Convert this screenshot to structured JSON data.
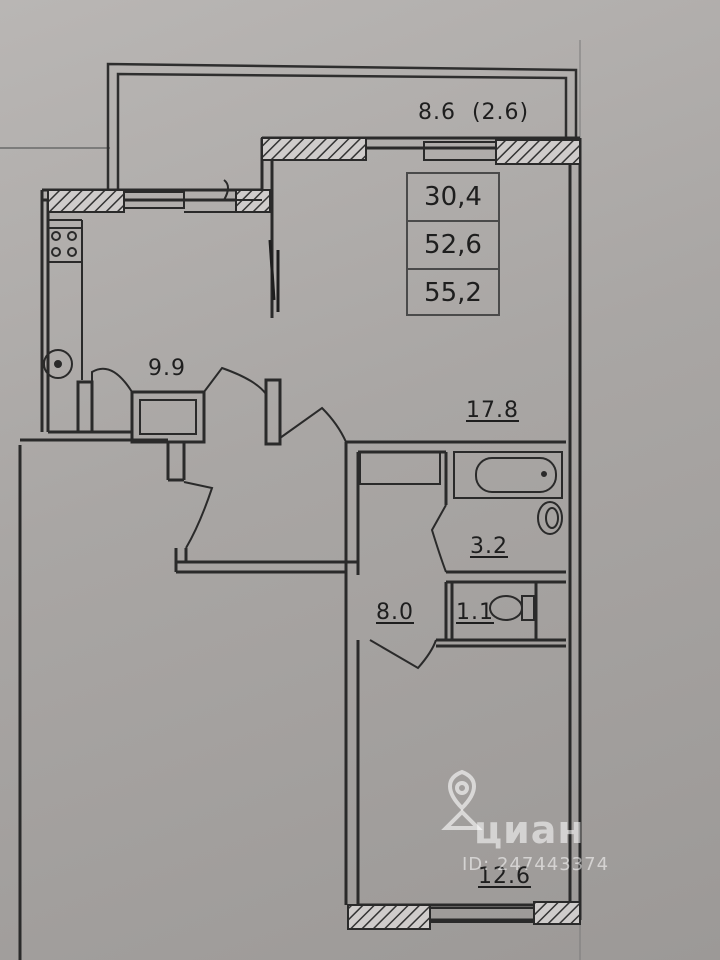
{
  "plan": {
    "balcony_area": "8.6  (2.6)",
    "summary_areas": [
      "30,4",
      "52,6",
      "55,2"
    ],
    "rooms": {
      "kitchen": "9.9",
      "living": "17.8",
      "bathroom": "3.2",
      "hall": "8.0",
      "wc": "1.1",
      "bedroom": "12.6"
    }
  },
  "watermark": {
    "brand": "циан",
    "listing_id": "ID: 247443374"
  },
  "colors": {
    "paper": "#b3b0ae",
    "wall": "#2a2a2a",
    "hatch": "#555555"
  }
}
